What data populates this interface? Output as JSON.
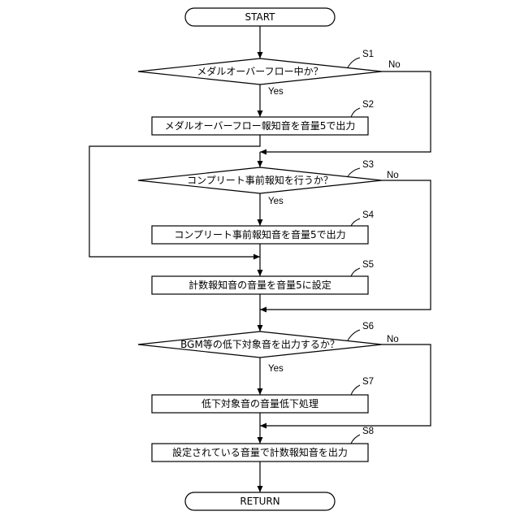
{
  "terminals": {
    "start": "START",
    "end": "RETURN"
  },
  "steps": [
    {
      "id": "S1",
      "text": "メダルオーバーフロー中か？",
      "yes_label": "Yes",
      "no_label": "No"
    },
    {
      "id": "S2",
      "text": "メダルオーバーフロー報知音を音量5で出力"
    },
    {
      "id": "S3",
      "text": "コンプリート事前報知を行うか？",
      "yes_label": "Yes",
      "no_label": "No"
    },
    {
      "id": "S4",
      "text": "コンプリート事前報知音を音量5で出力"
    },
    {
      "id": "S5",
      "text": "計数報知音の音量を音量5に設定"
    },
    {
      "id": "S6",
      "text": "BGM等の低下対象音を出力するか？",
      "yes_label": "Yes",
      "no_label": "No"
    },
    {
      "id": "S7",
      "text": "低下対象音の音量低下処理"
    },
    {
      "id": "S8",
      "text": "設定されている音量で計数報知音を出力"
    }
  ]
}
